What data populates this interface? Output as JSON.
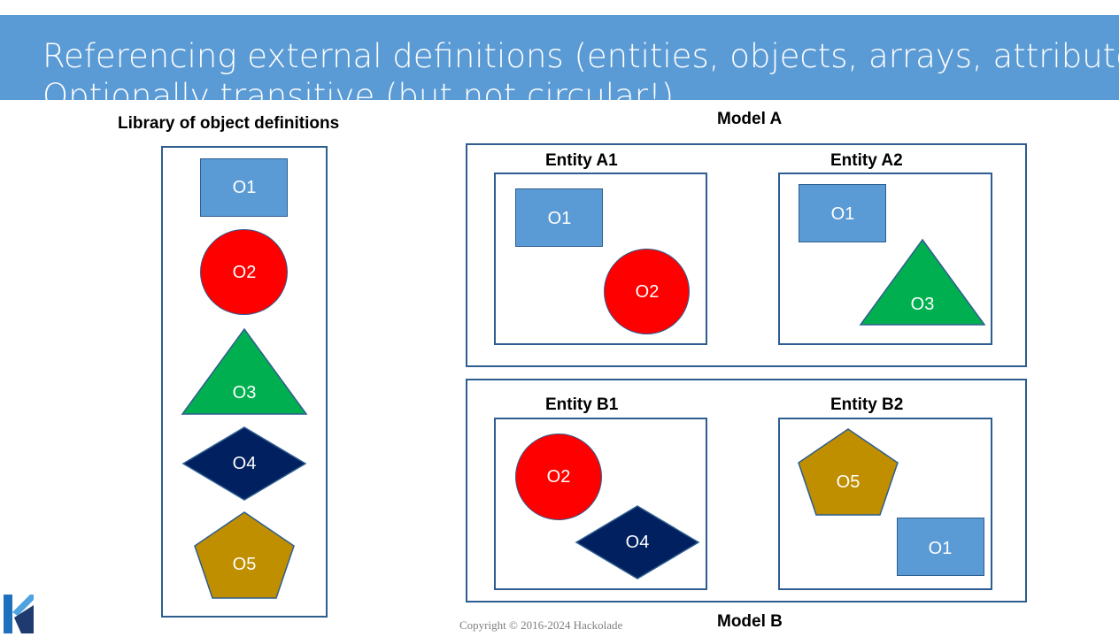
{
  "header": {
    "line1": "Referencing external definitions (entities, objects, arrays, attributes)",
    "line2": "Optionally transitive (but not circular!)",
    "background": "#5b9bd5"
  },
  "library": {
    "title": "Library of object definitions",
    "objects": [
      "O1",
      "O2",
      "O3",
      "O4",
      "O5"
    ]
  },
  "model_a": {
    "title": "Model A",
    "entity_a1": {
      "title": "Entity A1",
      "objects": [
        "O1",
        "O2"
      ]
    },
    "entity_a2": {
      "title": "Entity A2",
      "objects": [
        "O1",
        "O3"
      ]
    }
  },
  "model_b": {
    "title": "Model B",
    "entity_b1": {
      "title": "Entity B1",
      "objects": [
        "O2",
        "O4"
      ]
    },
    "entity_b2": {
      "title": "Entity B2",
      "objects": [
        "O5",
        "O1"
      ]
    }
  },
  "colors": {
    "rectangle": "#5b9bd5",
    "circle": "#ff0000",
    "triangle": "#00b050",
    "diamond": "#002060",
    "pentagon": "#bf8f00",
    "outline": "#2e5d8f"
  },
  "icons": {
    "logo": "hackolade-logo-icon"
  },
  "footer": {
    "copyright": "Copyright © 2016-2024 Hackolade"
  }
}
